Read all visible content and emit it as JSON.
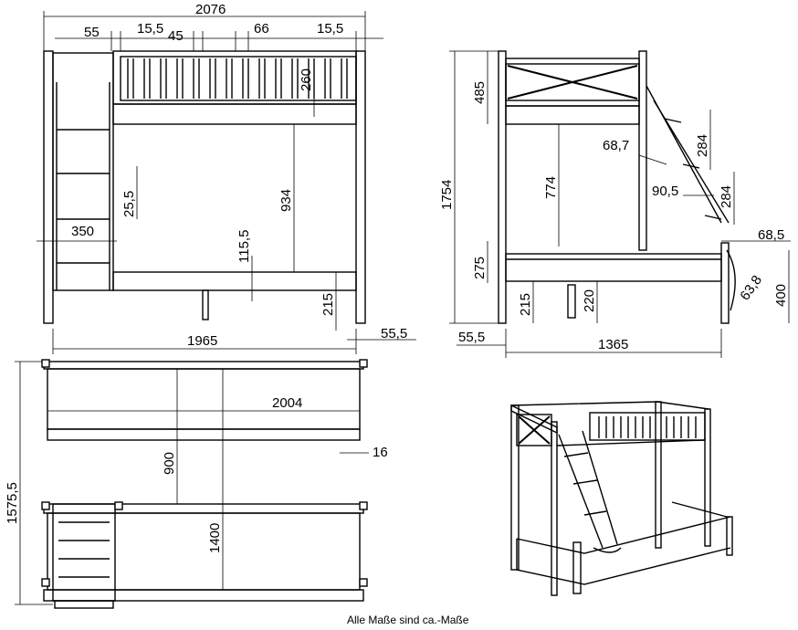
{
  "front_view": {
    "overall_width": "2076",
    "post_width": "55",
    "rail_gap_left": "15,5",
    "slat_gap": "45",
    "slat_width": "66",
    "rail_gap_right": "15,5",
    "guard_height": "260",
    "upper_clearance": "934",
    "ladder_step": "25,5",
    "ladder_width": "350",
    "lower_rail_height": "115,5",
    "lower_leg_height": "215",
    "inner_length": "1965",
    "foot_offset": "55,5"
  },
  "side_view": {
    "total_height": "1754",
    "upper_frame_height": "485",
    "middle_clearance": "774",
    "lower_frame_height": "275",
    "ladder_angle": "68,7",
    "ladder_rung_1": "284",
    "ladder_rung_2": "284",
    "ladder_depth": "90,5",
    "ladder_foot": "68,5",
    "lower_leg_height": "215",
    "drawer_gap": "220",
    "curve_radius": "63,8",
    "curve_height": "400",
    "foot_offset": "55,5",
    "depth": "1365"
  },
  "top_view": {
    "depth": "1575,5",
    "mattress_length": "2004",
    "upper_width": "900",
    "lower_width": "1400",
    "rail_thickness": "16"
  },
  "footnote": "Alle Maße sind ca.-Maße"
}
